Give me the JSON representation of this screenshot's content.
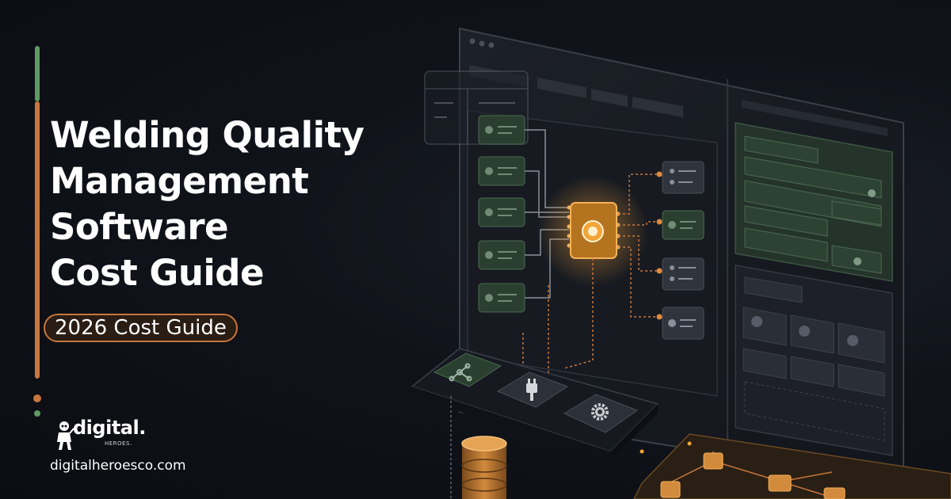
{
  "headline": {
    "line1": "Welding Quality",
    "line2": "Management",
    "line3": "Software",
    "line4": "Cost Guide"
  },
  "badge": "2026 Cost Guide",
  "brand": {
    "logo_word": "digital.",
    "logo_sub": "HEROES.",
    "url": "digitalheroesco.com"
  },
  "colors": {
    "background": "#0c0e14",
    "accent_orange": "#c7773e",
    "accent_green": "#5e9a63",
    "chip_glow": "#f3a53a"
  },
  "illustration": {
    "icons": [
      "network-icon",
      "plug-icon",
      "gear-icon",
      "database-icon",
      "chip-icon"
    ]
  }
}
